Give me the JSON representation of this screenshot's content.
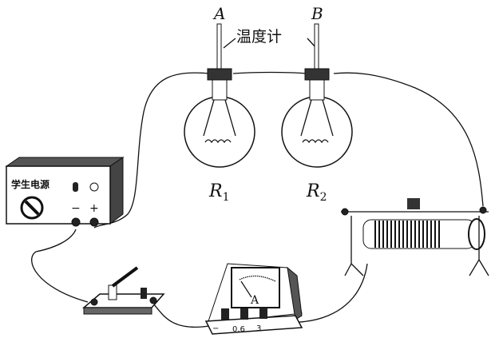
{
  "labels": {
    "thermometer_a": "A",
    "thermometer_b": "B",
    "thermometer": "温度计",
    "resistor_1": "R",
    "resistor_1_sub": "1",
    "resistor_2": "R",
    "resistor_2_sub": "2"
  },
  "power_supply": {
    "title": "学生电源",
    "minus": "−",
    "plus": "+"
  },
  "ammeter": {
    "symbol": "A",
    "terminals": [
      "−",
      "0.6",
      "3"
    ]
  }
}
